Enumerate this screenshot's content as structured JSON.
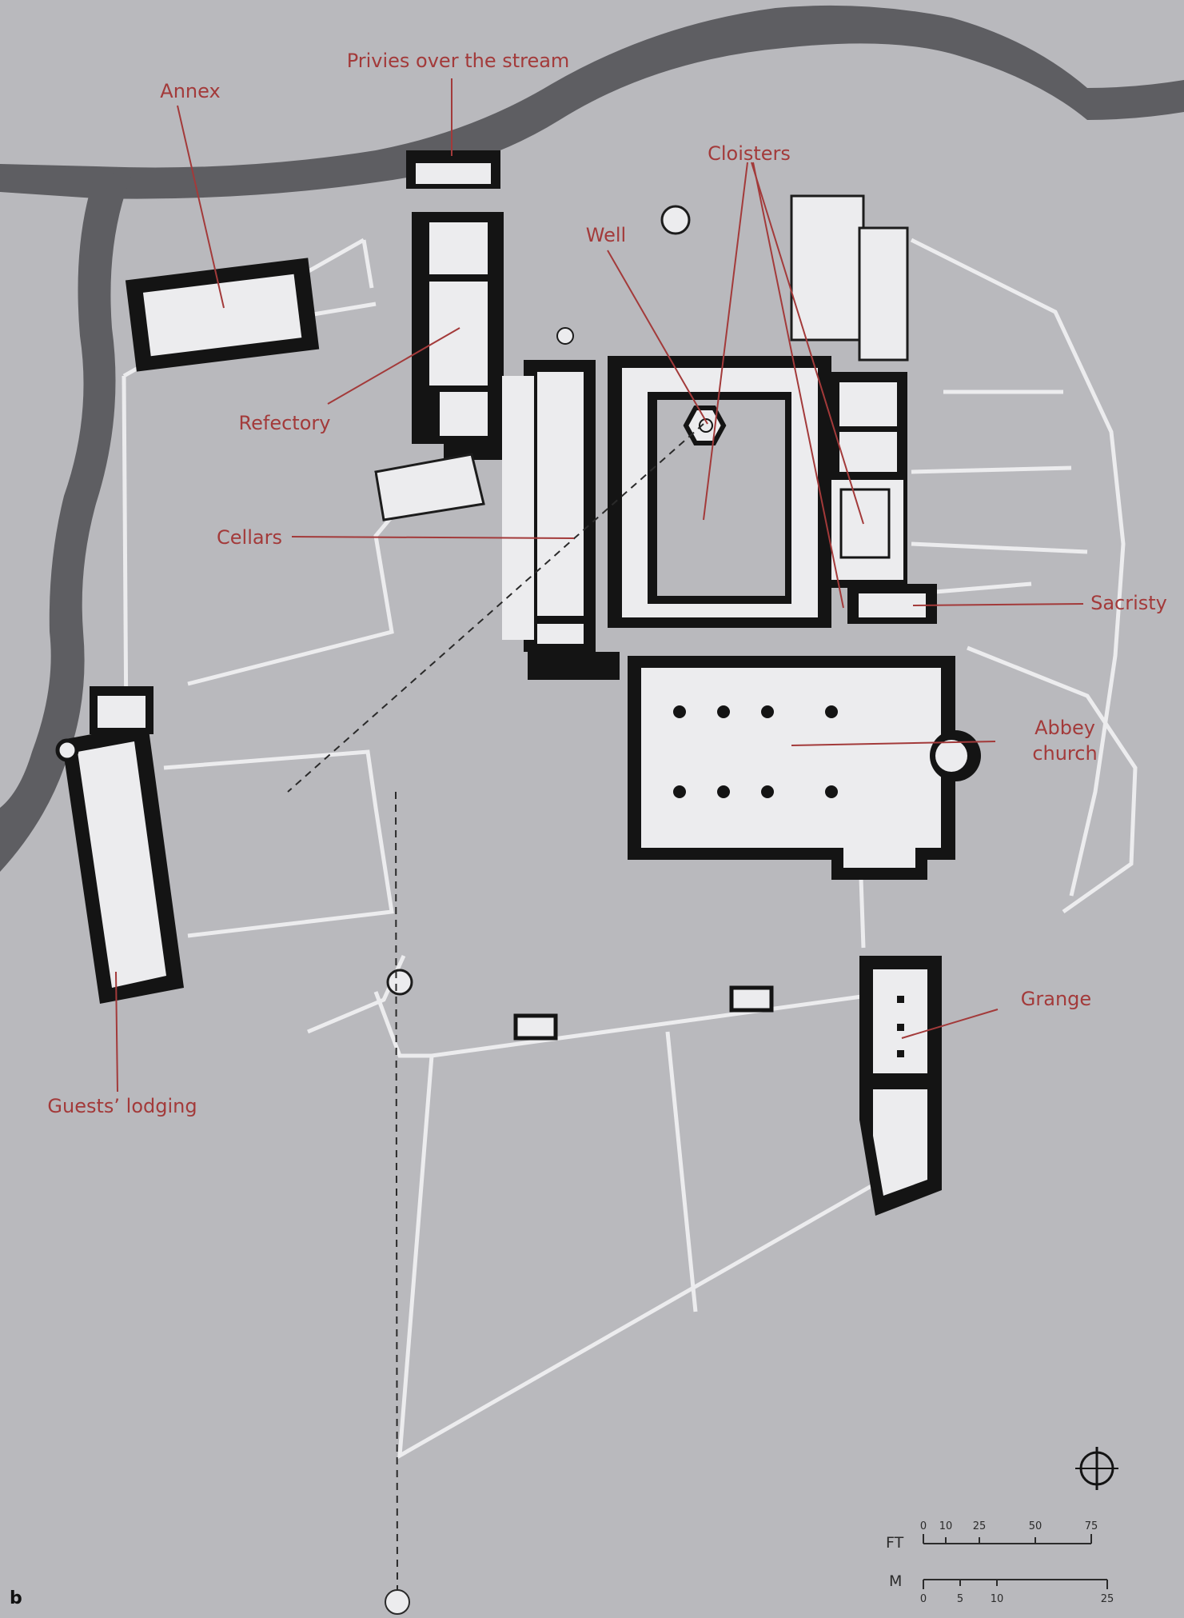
{
  "figure_letter": "b",
  "labels": {
    "annex": "Annex",
    "privies": "Privies over the stream",
    "cloisters": "Cloisters",
    "well": "Well",
    "refectory": "Refectory",
    "cellars": "Cellars",
    "sacristy": "Sacristy",
    "abbey_church_1": "Abbey",
    "abbey_church_2": "church",
    "grange": "Grange",
    "guests_lodging": "Guests’ lodging"
  },
  "scale_bar": {
    "ft_unit": "FT",
    "ft_ticks": [
      "0",
      "10",
      "25",
      "50",
      "75"
    ],
    "m_unit": "M",
    "m_ticks": [
      "0",
      "5",
      "10",
      "25"
    ]
  },
  "colors": {
    "background": "#b9b9bd",
    "wall": "#141414",
    "room_fill": "#ececee",
    "stream": "#5e5e62",
    "label": "#a33a3a",
    "leader": "#a33a3a"
  },
  "icons": {
    "north_arrow": "north-arrow-icon"
  }
}
